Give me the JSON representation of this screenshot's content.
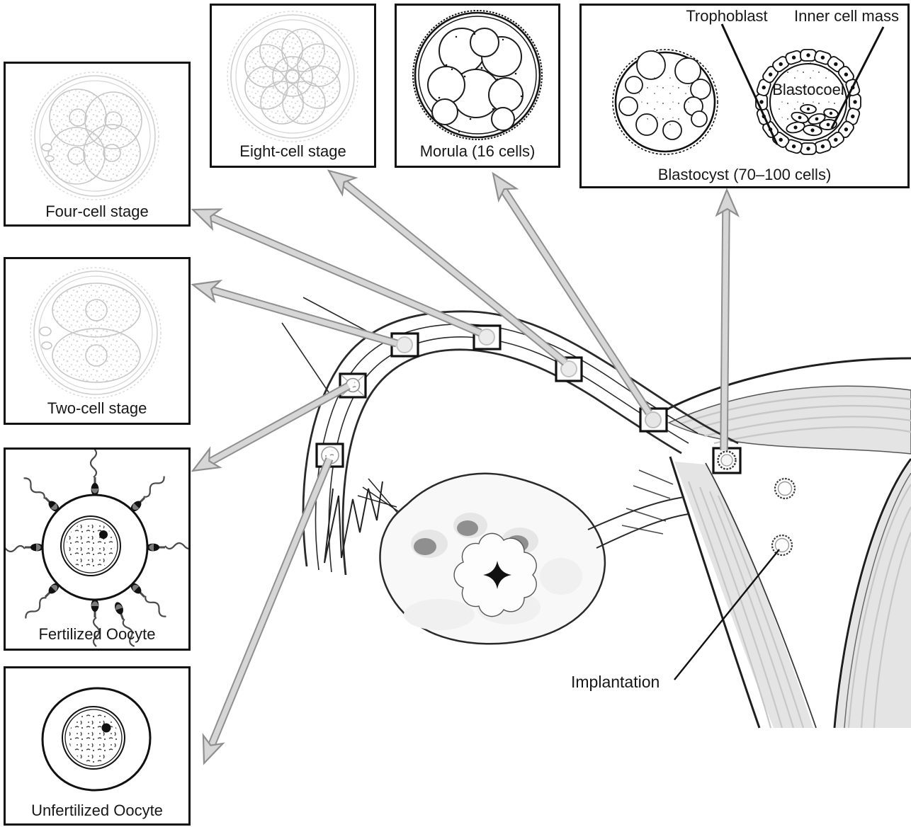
{
  "boxes": {
    "four_cell": {
      "label": "Four-cell stage"
    },
    "two_cell": {
      "label": "Two-cell stage"
    },
    "fertilized": {
      "label": "Fertilized Oocyte"
    },
    "unfertilized": {
      "label": "Unfertilized Oocyte"
    },
    "eight_cell": {
      "label": "Eight-cell stage"
    },
    "morula": {
      "label": "Morula (16 cells)"
    },
    "blastocyst": {
      "label": "Blastocyst (70–100 cells)",
      "annotations": {
        "trophoblast": "Trophoblast",
        "inner_cell_mass": "Inner cell mass",
        "blastocoel": "Blastocoel"
      }
    }
  },
  "labels": {
    "implantation": "Implantation"
  },
  "colors": {
    "outline": "#1a1a1a",
    "light_sketch": "#c9c9c9",
    "arrow_fill": "#d6d6d6",
    "arrow_edge": "#8f8f8f",
    "muscle_gray": "#e4e4e4",
    "muscle_streak": "#c7c7c7",
    "ovary_fill": "#f8f8f8",
    "follicle_gray": "#8f8f8f"
  }
}
